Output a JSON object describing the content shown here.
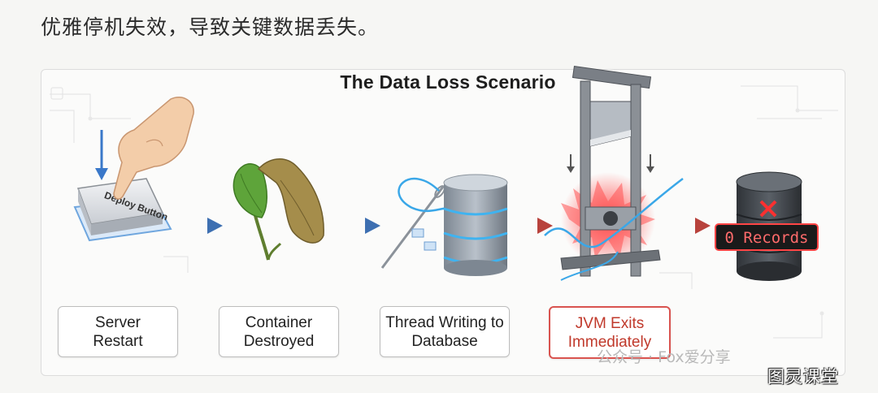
{
  "caption": "优雅停机失效，导致关键数据丢失。",
  "diagram": {
    "title": "The Data Loss Scenario",
    "steps": [
      {
        "icon": "hand-pressing-button-icon",
        "button_text": "Deploy Button",
        "label": "Server Restart"
      },
      {
        "icon": "wilting-leaf-icon",
        "label": "Container Destroyed"
      },
      {
        "icon": "thread-needle-database-icon",
        "label": "Thread Writing to Database"
      },
      {
        "icon": "guillotine-icon",
        "label": "JVM Exits Immediately"
      },
      {
        "icon": "empty-database-icon",
        "display_text": "0 Records"
      }
    ],
    "colors": {
      "alert": "#d9534f",
      "flow": "#4a7ec2",
      "danger_flow": "#c9504a"
    }
  },
  "watermark": "公众号 · Fox爱分享",
  "corner_mark": "图灵课堂"
}
